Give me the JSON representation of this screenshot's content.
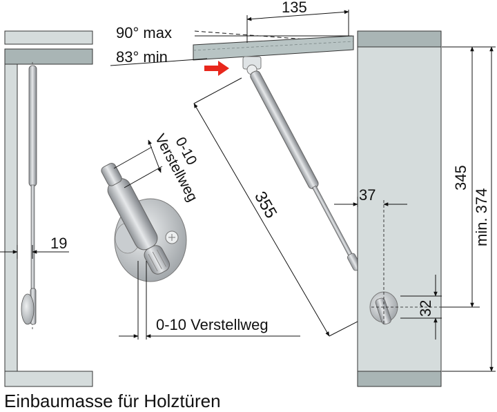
{
  "labels": {
    "angle_max": "90° max",
    "angle_min": "83° min",
    "dim_135": "135",
    "adjust_range": "0-10",
    "adjust_word": "Verstellweg",
    "dim_19": "19",
    "dim_355": "355",
    "dim_37": "37",
    "dim_345": "345",
    "dim_min374": "min. 374",
    "dim_32": "32",
    "adjust_full": "0-10 Verstellweg"
  },
  "caption": "Einbaumasse für Holztüren",
  "colors": {
    "panel": "#d5dcdc",
    "panel_band": "#a9b5b5",
    "door": "#b8c4c4",
    "strut": "#b7babd",
    "arrow": "#e8271c",
    "line": "#111111"
  }
}
